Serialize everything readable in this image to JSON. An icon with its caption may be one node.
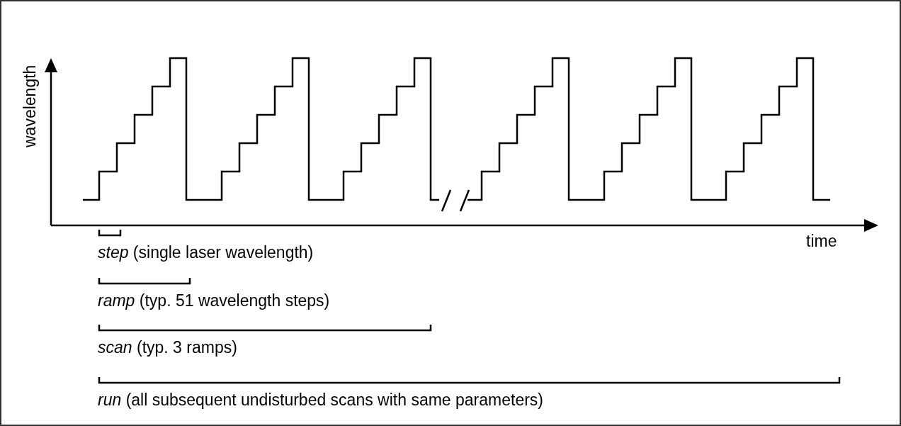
{
  "diagram": {
    "labels": [
      "wavelength",
      "time",
      "*step* (single laser wavelength)",
      "*ramp* (typ. 51 wavelength steps)",
      "*scan* (typ. 3 ramps)",
      "*run* (all subsequent undisturbed scans with same parameters)"
    ]
  }
}
